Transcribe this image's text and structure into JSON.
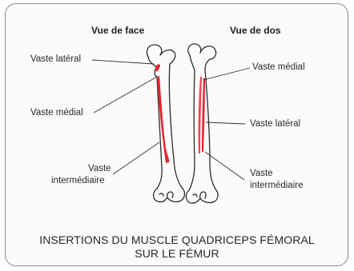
{
  "headers": {
    "front": "Vue de face",
    "back": "Vue de dos"
  },
  "labels": {
    "front_vastus_lateral": "Vaste latéral",
    "front_vastus_medial": "Vaste médial",
    "front_vastus_intermediate_1": "Vaste",
    "front_vastus_intermediate_2": "intermédiaire",
    "back_vastus_medial": "Vaste médial",
    "back_vastus_lateral": "Vaste latéral",
    "back_vastus_intermediate_1": "Vaste",
    "back_vastus_intermediate_2": "intermédiaire"
  },
  "caption": {
    "line1": "INSERTIONS DU MUSCLE QUADRICEPS FÉMORAL",
    "line2": "SUR LE FÉMUR"
  },
  "colors": {
    "muscle": "#e8232d",
    "bone_outline": "#2b2b2b",
    "leader_line": "#333333",
    "border": "#8a8a8a"
  }
}
